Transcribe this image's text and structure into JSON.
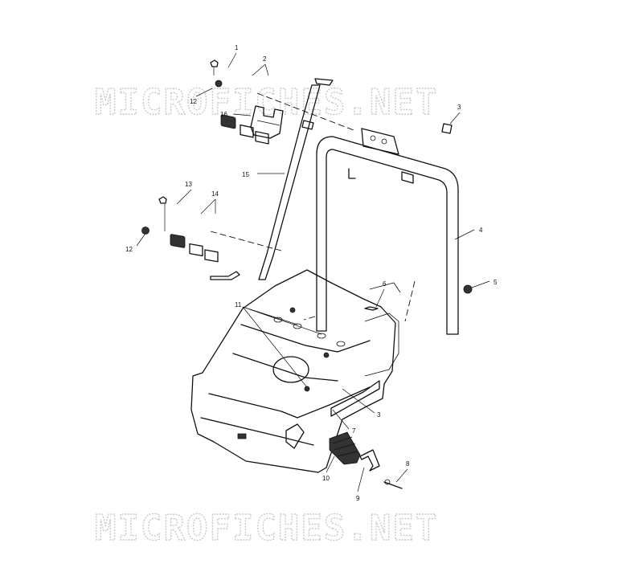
{
  "watermark": {
    "top": "MICROFICHES.NET",
    "bottom": "MICROFICHES.NET",
    "color": "#c9c9c9"
  },
  "callouts": {
    "c1": "1",
    "c2": "2",
    "c3a": "3",
    "c3b": "3",
    "c4": "4",
    "c5": "5",
    "c6": "6",
    "c7": "7",
    "c8": "8",
    "c9": "9",
    "c10": "10",
    "c11": "11",
    "c12a": "12",
    "c12b": "12",
    "c13": "13",
    "c14": "14",
    "c15": "15",
    "c16": "16"
  }
}
